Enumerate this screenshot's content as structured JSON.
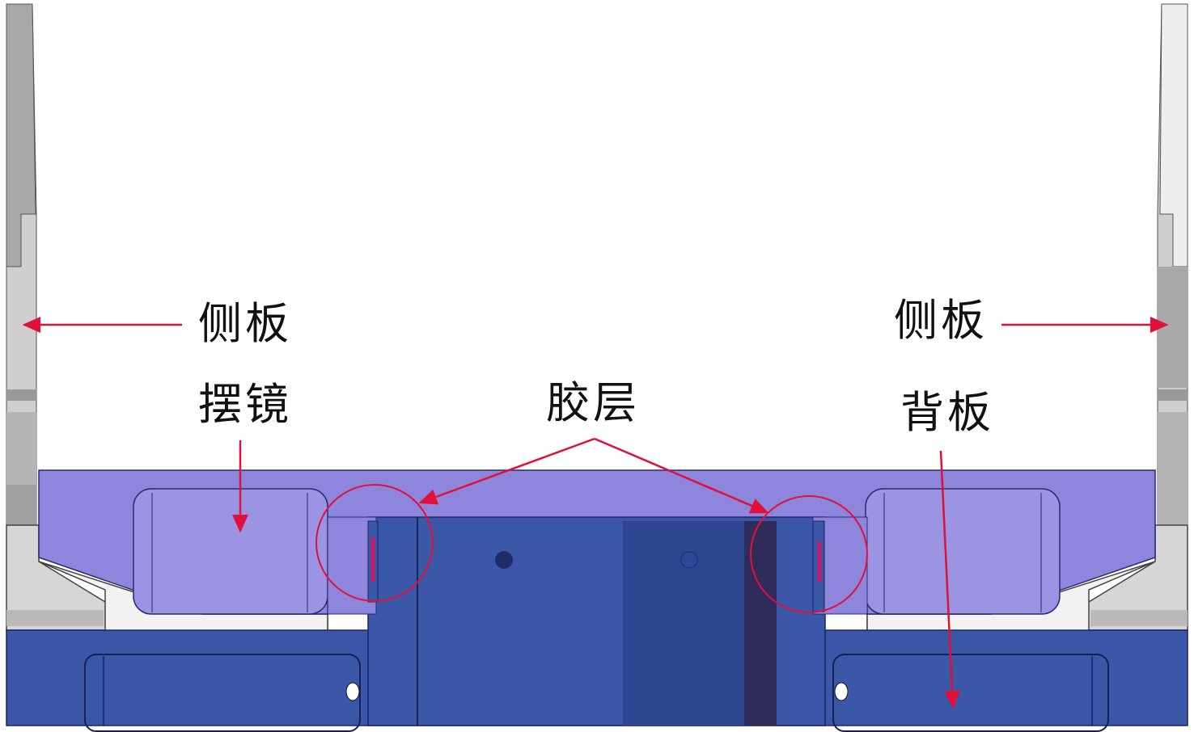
{
  "labels": {
    "side_plate_left": "侧板",
    "side_plate_right": "侧板",
    "mirror": "摆镜",
    "adhesive_layer": "胶层",
    "back_plate": "背板"
  },
  "colors": {
    "mirror_frame": "#8d86dc",
    "mirror_pocket": "#9a94e2",
    "back_plate": "#3b57a7",
    "back_plate_dark": "#2b4590",
    "dark_strip": "#2f2c5c",
    "side_plate": "#c4c4c4",
    "side_plate_dark": "#a4a4a4",
    "annotation": "#e0103a"
  }
}
